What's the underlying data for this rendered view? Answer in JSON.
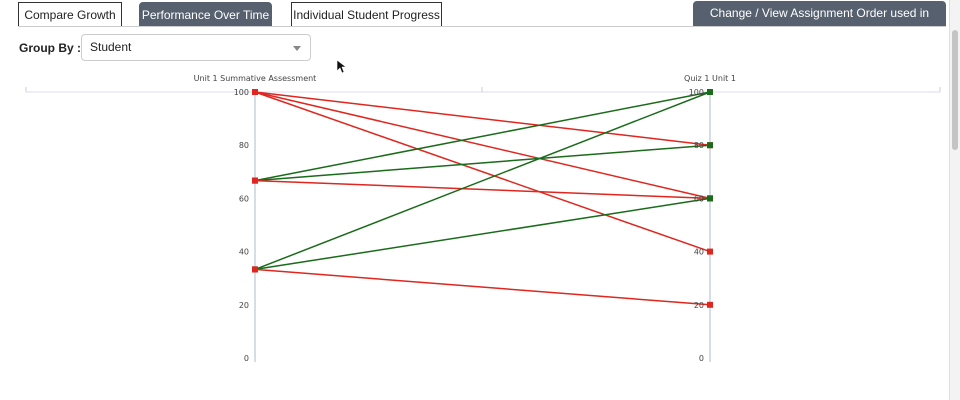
{
  "tabs": [
    {
      "label": "Compare Growth",
      "active": false
    },
    {
      "label": "Performance Over Time",
      "active": true
    },
    {
      "label": "Individual Student Progress",
      "active": false
    }
  ],
  "order_button": "Change / View Assignment Order used in Growth",
  "group_by": {
    "label": "Group By :",
    "value": "Student"
  },
  "chart_data": {
    "type": "parallel-coordinates",
    "axes": [
      "Unit 1 Summative Assessment",
      "Quiz 1 Unit 1"
    ],
    "ticks": [
      "0",
      "20",
      "40",
      "60",
      "80",
      "100"
    ],
    "range": [
      0,
      100
    ],
    "colors": {
      "increase": "#1a6b1a",
      "decrease": "#e0261e"
    },
    "lines": [
      [
        100,
        80
      ],
      [
        100,
        60
      ],
      [
        100,
        40
      ],
      [
        66.7,
        100
      ],
      [
        66.7,
        80
      ],
      [
        66.7,
        60
      ],
      [
        33.3,
        100
      ],
      [
        33.3,
        60
      ],
      [
        33.3,
        20
      ]
    ]
  }
}
